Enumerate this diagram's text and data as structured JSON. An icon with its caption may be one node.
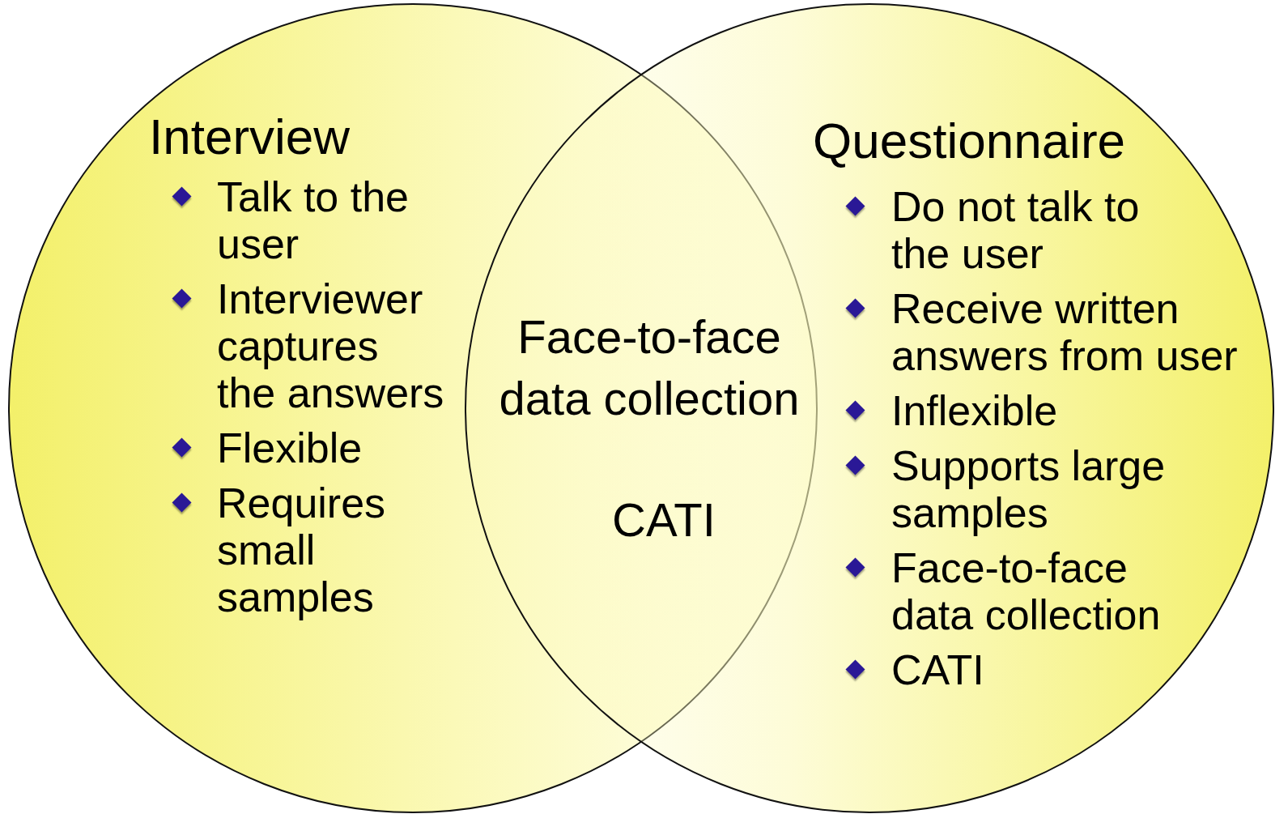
{
  "diagram": {
    "nodes": [
      {
        "text": [
          "Interview",
          "Talk to the user",
          "Interviewer captures the answers",
          "Flexible",
          "Requires small samples"
        ]
      },
      {
        "text": [
          "Questionnaire",
          "Do not talk to the user",
          "Receive written answers from user",
          "Inflexible",
          "Supports large samples",
          "Face-to-face data collection",
          "CATI"
        ]
      }
    ],
    "edges": [],
    "labels": [
      "Face-to-face data collection",
      "CATI"
    ]
  }
}
